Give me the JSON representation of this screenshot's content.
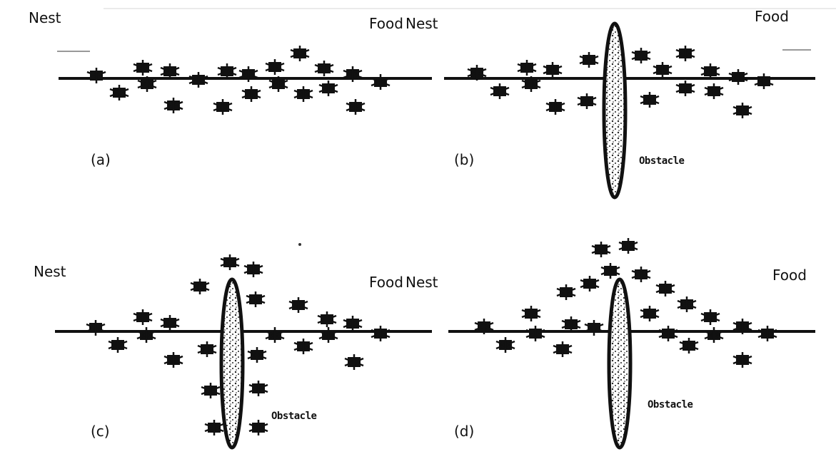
{
  "colors": {
    "ink": "#111111",
    "background": "#ffffff",
    "rule": "#cfcfcf"
  },
  "panels": [
    {
      "id": "a",
      "caption": "(a)",
      "nest_label": "Nest",
      "food_label": "Food",
      "has_obstacle": false,
      "obstacle_label": ""
    },
    {
      "id": "b",
      "caption": "(b)",
      "nest_label": "Nest",
      "food_label": "Food",
      "has_obstacle": true,
      "obstacle_label": "Obstacle"
    },
    {
      "id": "c",
      "caption": "(c)",
      "nest_label": "Nest",
      "food_label": "Food",
      "has_obstacle": true,
      "obstacle_label": "Obstacle"
    },
    {
      "id": "d",
      "caption": "(d)",
      "nest_label": "Nest",
      "food_label": "Food",
      "has_obstacle": true,
      "obstacle_label": "Obstacle"
    }
  ],
  "icons": {
    "ant": "ant-icon",
    "obstacle": "obstacle-icon"
  }
}
